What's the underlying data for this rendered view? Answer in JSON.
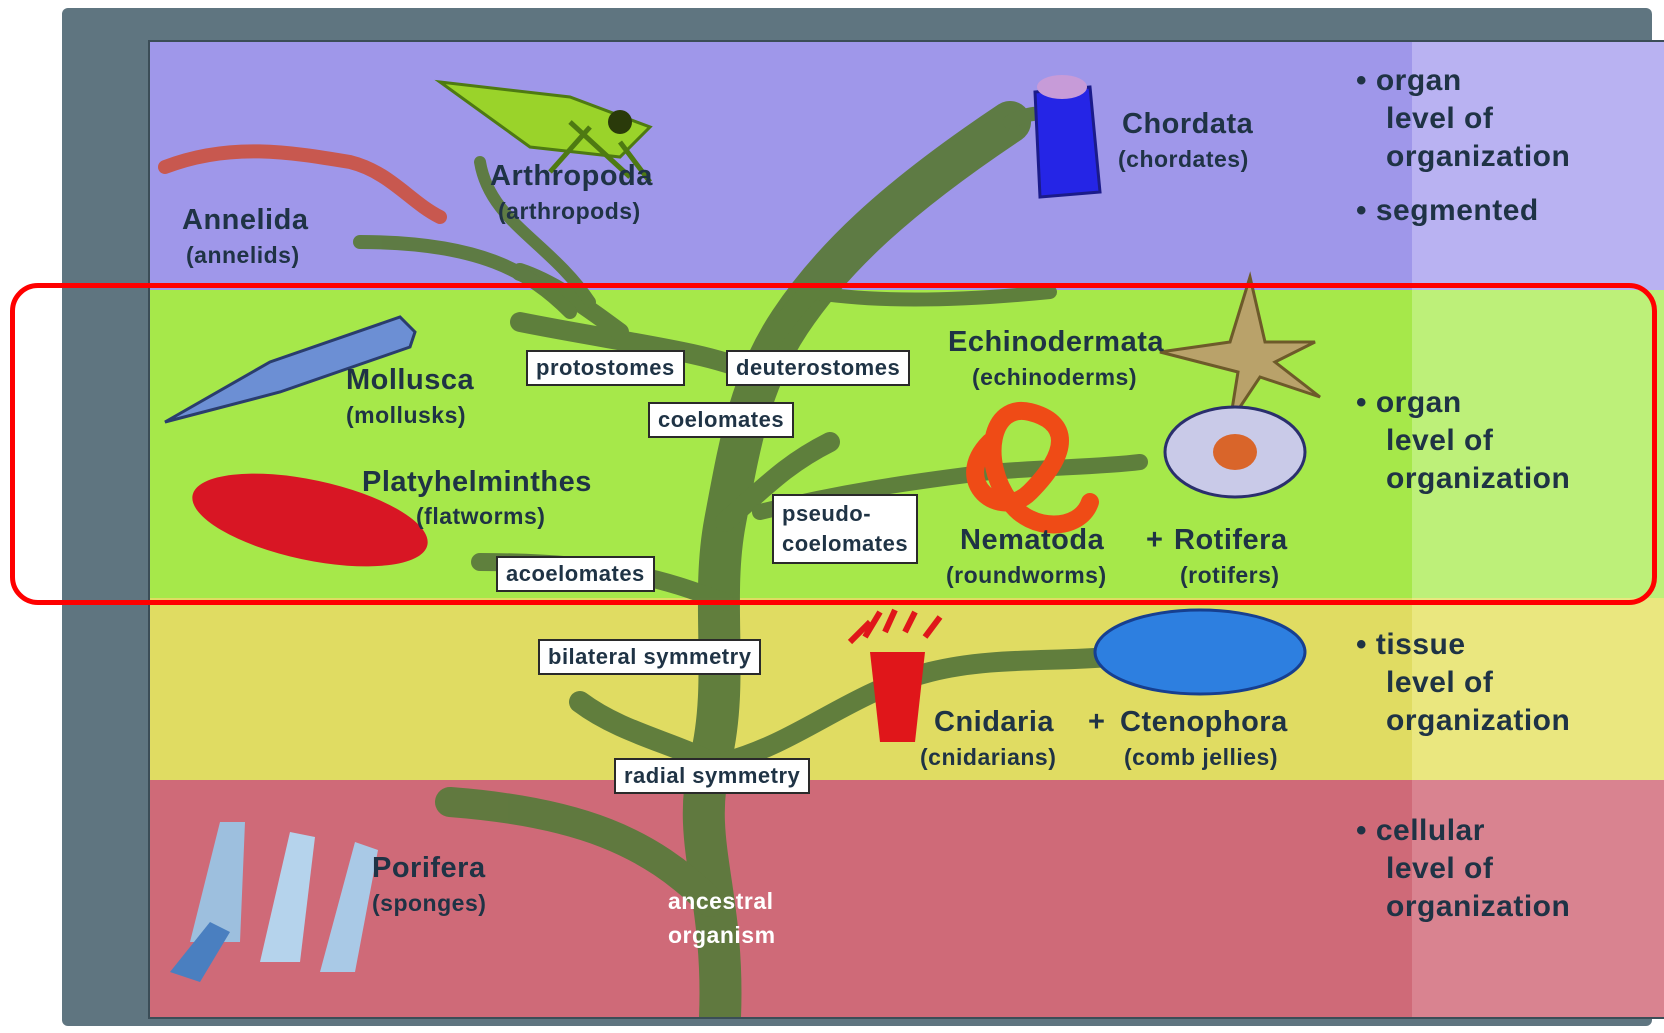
{
  "phyla": {
    "chordata": {
      "name": "Chordata",
      "common": "(chordates)"
    },
    "arthropoda": {
      "name": "Arthropoda",
      "common": "(arthropods)"
    },
    "annelida": {
      "name": "Annelida",
      "common": "(annelids)"
    },
    "mollusca": {
      "name": "Mollusca",
      "common": "(mollusks)"
    },
    "platyhelminthes": {
      "name": "Platyhelminthes",
      "common": "(flatworms)"
    },
    "echinodermata": {
      "name": "Echinodermata",
      "common": "(echinoderms)"
    },
    "nematoda": {
      "name": "Nematoda",
      "common": "(roundworms)"
    },
    "rotifera": {
      "name": "Rotifera",
      "common": "(rotifers)"
    },
    "cnidaria": {
      "name": "Cnidaria",
      "common": "(cnidarians)"
    },
    "ctenophora": {
      "name": "Ctenophora",
      "common": "(comb jellies)"
    },
    "porifera": {
      "name": "Porifera",
      "common": "(sponges)"
    }
  },
  "plus": "+",
  "boxes": {
    "protostomes": "protostomes",
    "deuterostomes": "deuterostomes",
    "coelomates": "coelomates",
    "pseudo1": "pseudo-",
    "pseudo2": "coelomates",
    "acoelomates": "acoelomates",
    "bilateral": "bilateral symmetry",
    "radial": "radial symmetry"
  },
  "root": {
    "line1": "ancestral",
    "line2": "organism"
  },
  "side": {
    "band1": {
      "b1_1": "• organ",
      "b1_2": "level of",
      "b1_3": "organization",
      "b2": "• segmented"
    },
    "band2": {
      "l1": "• organ",
      "l2": "level of",
      "l3": "organization"
    },
    "band3": {
      "l1": "• tissue",
      "l2": "level of",
      "l3": "organization"
    },
    "band4": {
      "l1": "• cellular",
      "l2": "level of",
      "l3": "organization"
    }
  },
  "colors": {
    "band_purple": "#9f97ea",
    "band_green": "#a6e84a",
    "band_yellow": "#e0dc62",
    "band_red": "#cf6a78",
    "tree": "#5b7a3c",
    "highlight": "#ff0000"
  }
}
